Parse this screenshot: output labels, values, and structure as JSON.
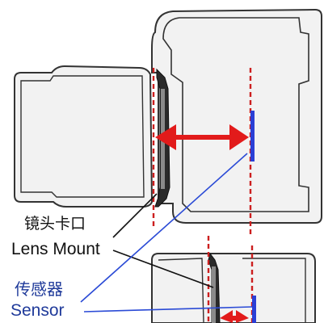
{
  "labels": {
    "lens_mount_cn": "镜头卡口",
    "lens_mount_en": "Lens Mount",
    "sensor_cn": "传感器",
    "sensor_en": "Sensor"
  },
  "colors": {
    "outline": "#333333",
    "body_fill": "#f2f2f2",
    "mount_dark": "#2a2a2a",
    "mount_light": "#8a8a8a",
    "reference_line": "#cc1f1f",
    "flange_arrow": "#e21b1b",
    "sensor": "#2b3fd6",
    "leader_line_lens": "#111111",
    "leader_line_sensor": "#2b4bd6",
    "label_sensor": "#1f3a9a"
  }
}
